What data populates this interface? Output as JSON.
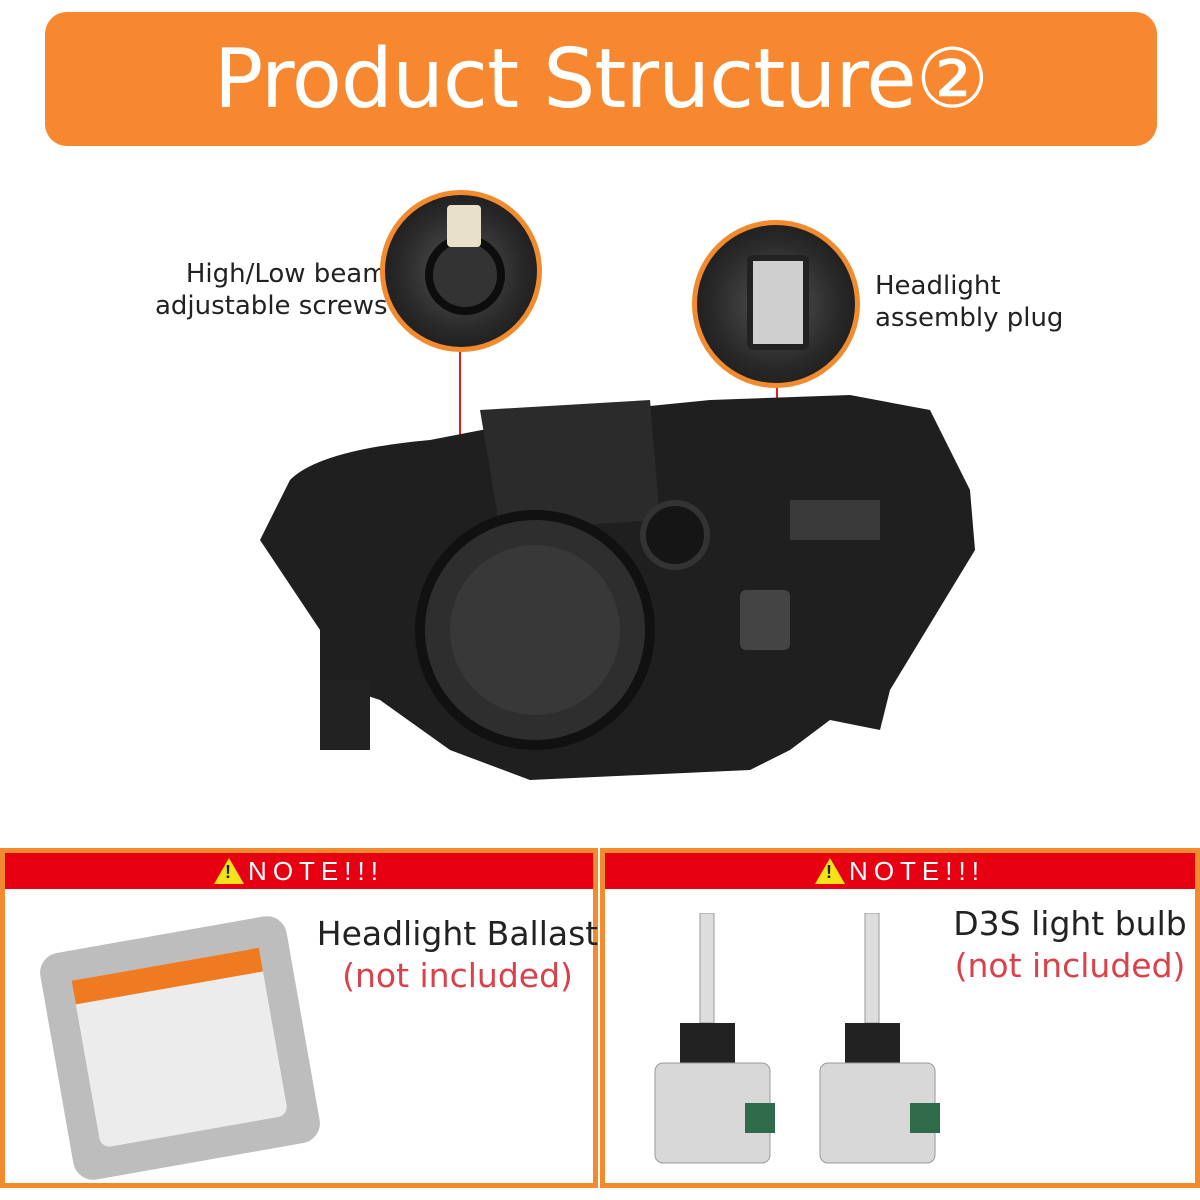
{
  "header": {
    "title": "Product Structure②",
    "color": "#f7882f"
  },
  "callouts": [
    {
      "label_line1": "High/Low beam",
      "label_line2": "adjustable screws",
      "icon": "bulb-socket-closeup"
    },
    {
      "label_line1": "Headlight",
      "label_line2": "assembly plug",
      "icon": "connector-plug-closeup"
    }
  ],
  "product": {
    "icon": "headlight-assembly-rear-view"
  },
  "notes": [
    {
      "banner": "NOTE!!!",
      "title": "Headlight Ballast",
      "subtitle": "(not included)",
      "icon": "ballast-image",
      "banner_color": "#e60012"
    },
    {
      "banner": "NOTE!!!",
      "title": "D3S light bulb",
      "subtitle": "(not included)",
      "icon": "d3s-bulb-pair-image",
      "banner_color": "#e60012"
    }
  ],
  "colors": {
    "accent": "#f28a2e",
    "lead_line": "#e02020",
    "subtitle": "#d9414b"
  }
}
